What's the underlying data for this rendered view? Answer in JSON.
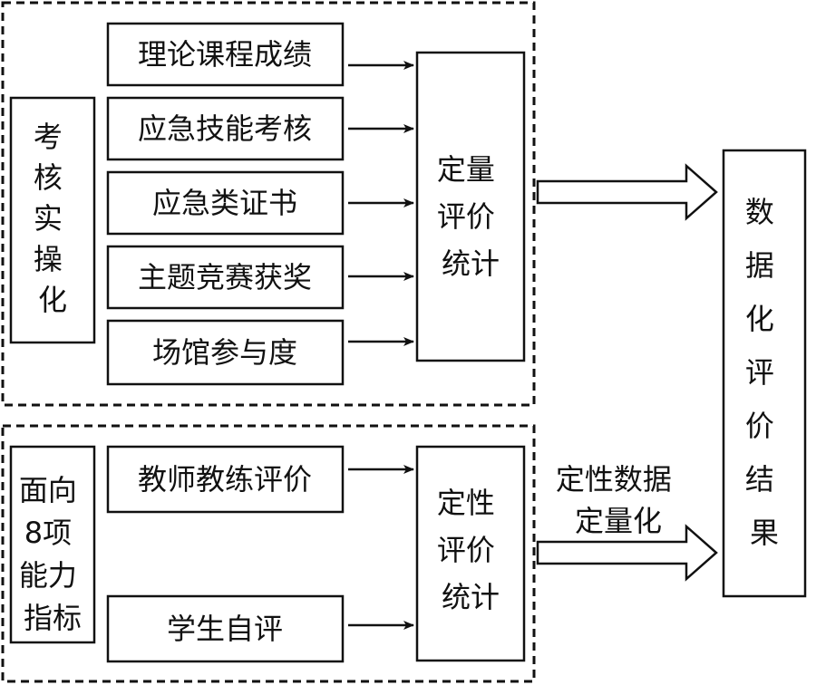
{
  "groups": {
    "quantitative": {
      "side_label": [
        "考",
        "核",
        "实",
        "操",
        "化"
      ],
      "items": [
        "理论课程成绩",
        "应急技能考核",
        "应急类证书",
        "主题竞赛获奖",
        "场馆参与度"
      ],
      "stat_label": [
        "定量",
        "评价",
        "统计"
      ]
    },
    "qualitative": {
      "side_label": [
        "面向",
        "8项",
        "能力",
        "指标"
      ],
      "items": [
        "教师教练评价",
        "学生自评"
      ],
      "stat_label": [
        "定性",
        "评价",
        "统计"
      ]
    }
  },
  "conversion_label": [
    "定性数据",
    "定量化"
  ],
  "result_label": [
    "数",
    "据",
    "化",
    "评",
    "价",
    "结",
    "果"
  ]
}
